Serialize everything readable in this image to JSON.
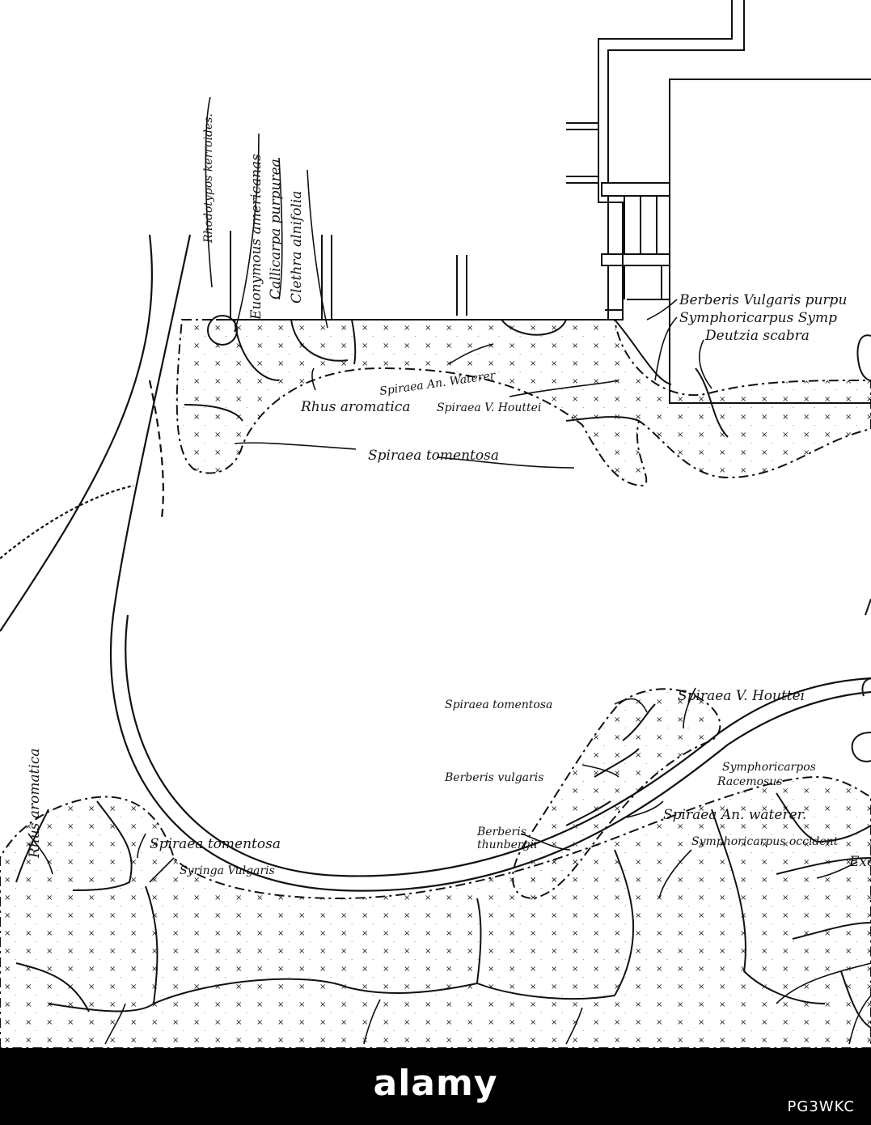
{
  "labels": {
    "rhodotypos": "Rhodotypos kerroides.",
    "euonymous": "Euonymous americanas",
    "callicarpa": "Callicarpa purpurea",
    "clethra": "Clethra alnifolia",
    "berberis_vulgaris_purp": "Berberis Vulgaris purpu",
    "symphoricarpus_top": "Symphoricarpus Symp",
    "deutzia": "Deutzia scabra",
    "spiraea_an_waterer_top": "Spiraea An. Waterer",
    "rhus_aromatica_top": "Rhus aromatica",
    "spiraea_v_houttei_top": "Spiraea V. Houttei",
    "spiraea_tomentosa_top": "Spiraea tomentosa",
    "spiraea_tomentosa_mid": "Spiraea tomentosa",
    "spiraea_v_houttei_mid": "Spiraea V. Houttei",
    "berberis_vulgaris": "Berberis vulgaris",
    "symphoricarpos": "Symphoricarpos",
    "racemosus": "Racemosus",
    "spiraea_an_waterer_mid": "Spiraea An. waterer.",
    "berberis": "Berberis",
    "thunbergii": "thunbergii",
    "symphoricarpus_occ": "Symphoricarpus occident",
    "exo": "Exo",
    "spiraea_tomentosa_low": "Spiraea tomentosa",
    "syringa": "Syringa Vulgaris",
    "rhus_aromatica_left": "Rhus aromatica"
  },
  "footer": {
    "watermark": "alamy",
    "image_code": "PG3WKC"
  }
}
